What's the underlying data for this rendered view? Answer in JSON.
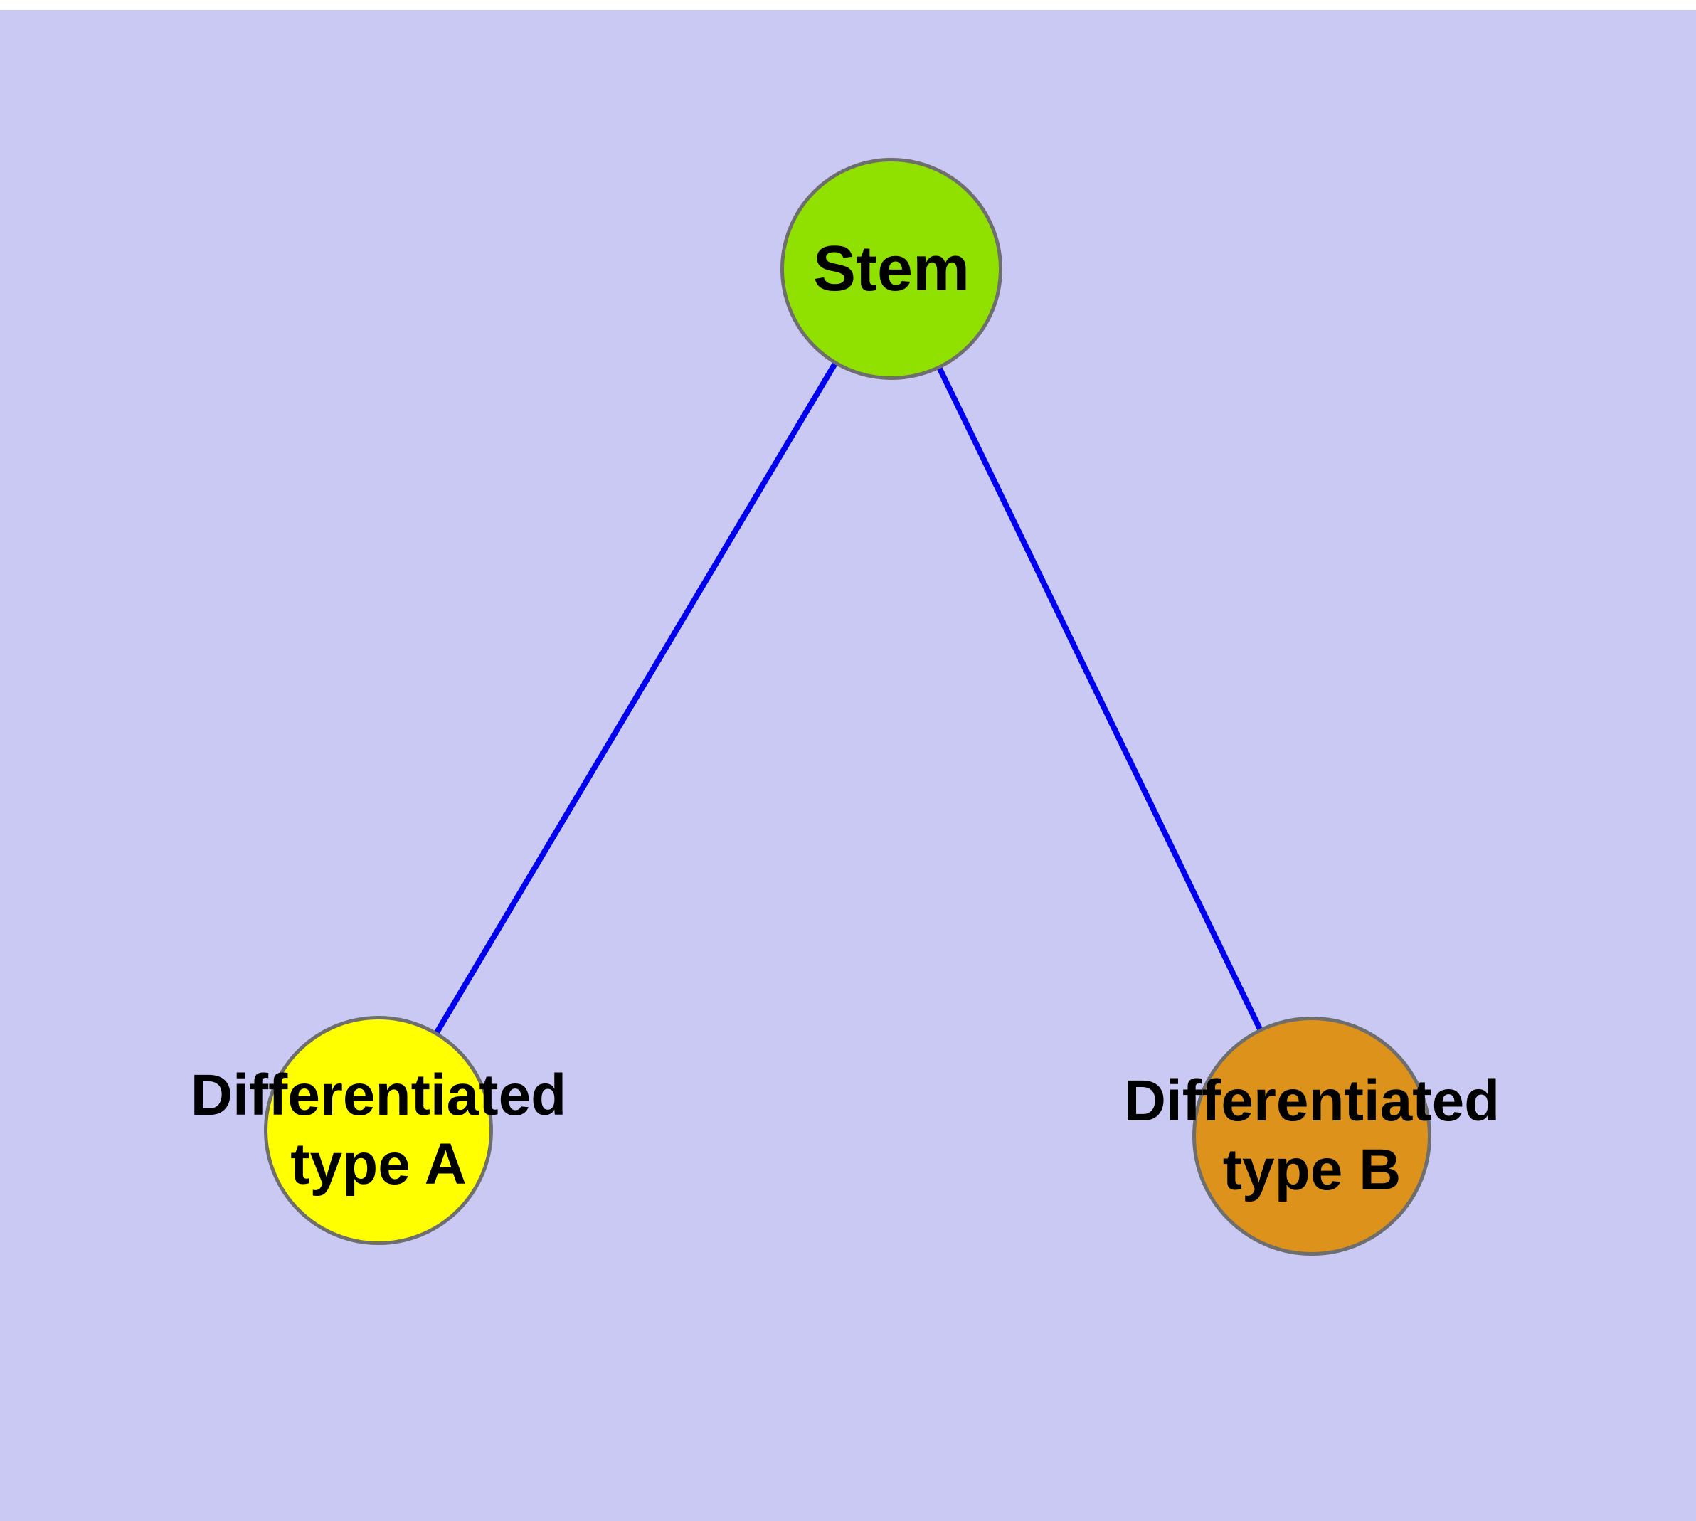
{
  "figure": {
    "background_color": "#c9c9f4",
    "edge_color": "#0000ee",
    "edge_width": 8,
    "nodes": [
      {
        "id": "stem",
        "label": "Stem",
        "fill": "#90e000",
        "border": "#6e6e6e"
      },
      {
        "id": "diff-a",
        "label": "Differentiated\ntype A",
        "fill": "#ffff00",
        "border": "#6e6e6e"
      },
      {
        "id": "diff-b",
        "label": "Differentiated\ntype B",
        "fill": "#dd921c",
        "border": "#6e6e6e"
      }
    ],
    "edges": [
      {
        "from": "stem",
        "to": "diff-a"
      },
      {
        "from": "stem",
        "to": "diff-b"
      }
    ]
  }
}
